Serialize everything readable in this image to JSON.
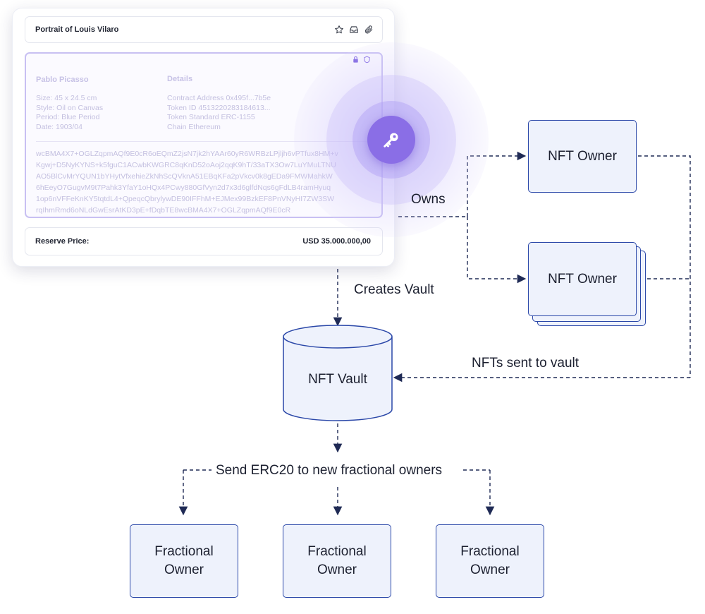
{
  "card": {
    "title": "Portrait of Louis Vilaro",
    "artist": "Pablo Picasso",
    "details_heading": "Details",
    "specs": [
      "Size: 45 x 24.5 cm",
      "Style: Oil on Canvas",
      "Period: Blue Period",
      "Date: 1903/04"
    ],
    "contract": [
      "Contract Address 0x495f...7b5e",
      "Token ID 4513220283184613...",
      "Token Standard ERC-1155",
      "Chain Ethereum"
    ],
    "hash_lines": [
      "wcBMA4X7+OGLZqpmAQf9E0cR6oEQmZ2jsN7jk2hYAAr60yR6WRBzLPjljh6vPTfux8HM+v",
      "Kgwj+D5NyKYNS+k5fguC1ACwbKWGRC8qKnD52oAoj2qqK9hT/33aTX3Ow7LuYMuLTNU",
      "AO5BlCvMrYQUN1bYHytVfxehieZkNhScQVknA51EBqKFa2pVkcv0k8gEDa9FMWMahkW",
      "6hEeyO7GugvM9t7Pahk3YfaY1oHQx4PCwy880GfVyn2d7x3d6glfdNqs6gFdLB4ramHyuq",
      "1op6nVFFeKnKY5tqtdL4+QpeqcQbrylywDE90IFFhM+EJMex99BzkEF8PnVNyHI7ZW3SW",
      "rqIhmRmd6oNLdGwEsrAtKD3pE+fDqbTE8wcBMA4X7+OGLZqpmAQf9E0cR"
    ],
    "reserve_label": "Reserve Price:",
    "reserve_value": "USD 35.000.000,00",
    "header_icons": [
      "star-icon",
      "inbox-icon",
      "paperclip-icon"
    ],
    "body_icons": [
      "lock-icon",
      "shield-icon"
    ],
    "center_icon": "key-icon"
  },
  "nodes": {
    "nft_owner_1": "NFT Owner",
    "nft_owner_2": "NFT Owner",
    "nft_vault": "NFT Vault",
    "fractional_owners": [
      {
        "line1": "Fractional",
        "line2": "Owner"
      },
      {
        "line1": "Fractional",
        "line2": "Owner"
      },
      {
        "line1": "Fractional",
        "line2": "Owner"
      }
    ]
  },
  "edges": {
    "owns": "Owns",
    "creates_vault": "Creates Vault",
    "nfts_sent": "NFTs sent to vault",
    "send_erc20": "Send ERC20 to new fractional owners"
  },
  "colors": {
    "accent": "#8a6ee6",
    "box_fill": "#eef2fc",
    "box_border": "#2a47a8",
    "connector": "#1f2a55"
  }
}
